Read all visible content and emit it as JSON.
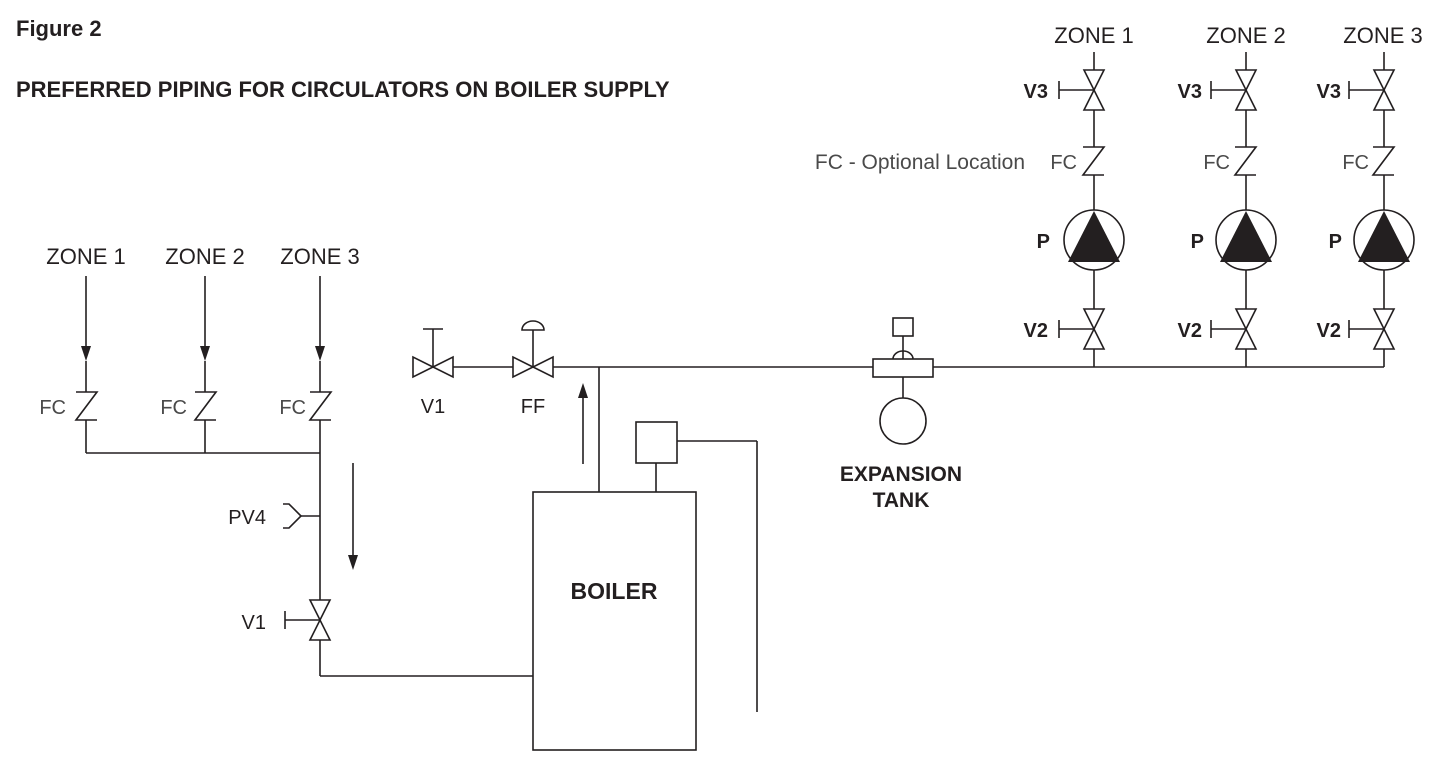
{
  "figure_label": "Figure 2",
  "title": "PREFERRED PIPING FOR CIRCULATORS ON BOILER SUPPLY",
  "return_zones": [
    {
      "zone": "ZONE 1",
      "check": "FC"
    },
    {
      "zone": "ZONE 2",
      "check": "FC"
    },
    {
      "zone": "ZONE 3",
      "check": "FC"
    }
  ],
  "supply_zones": [
    {
      "zone": "ZONE 1",
      "upper_valve": "V3",
      "check": "FC",
      "pump": "P",
      "lower_valve": "V2"
    },
    {
      "zone": "ZONE 2",
      "upper_valve": "V3",
      "check": "FC",
      "pump": "P",
      "lower_valve": "V2"
    },
    {
      "zone": "ZONE 3",
      "upper_valve": "V3",
      "check": "FC",
      "pump": "P",
      "lower_valve": "V2"
    }
  ],
  "fc_optional_note": "FC - Optional Location",
  "fill_line": {
    "valve": "V1",
    "feeder": "FF"
  },
  "return_line": {
    "purge_valve": "PV4",
    "valve": "V1"
  },
  "boiler_label": "BOILER",
  "expansion_tank": {
    "line1": "EXPANSION",
    "line2": "TANK"
  }
}
